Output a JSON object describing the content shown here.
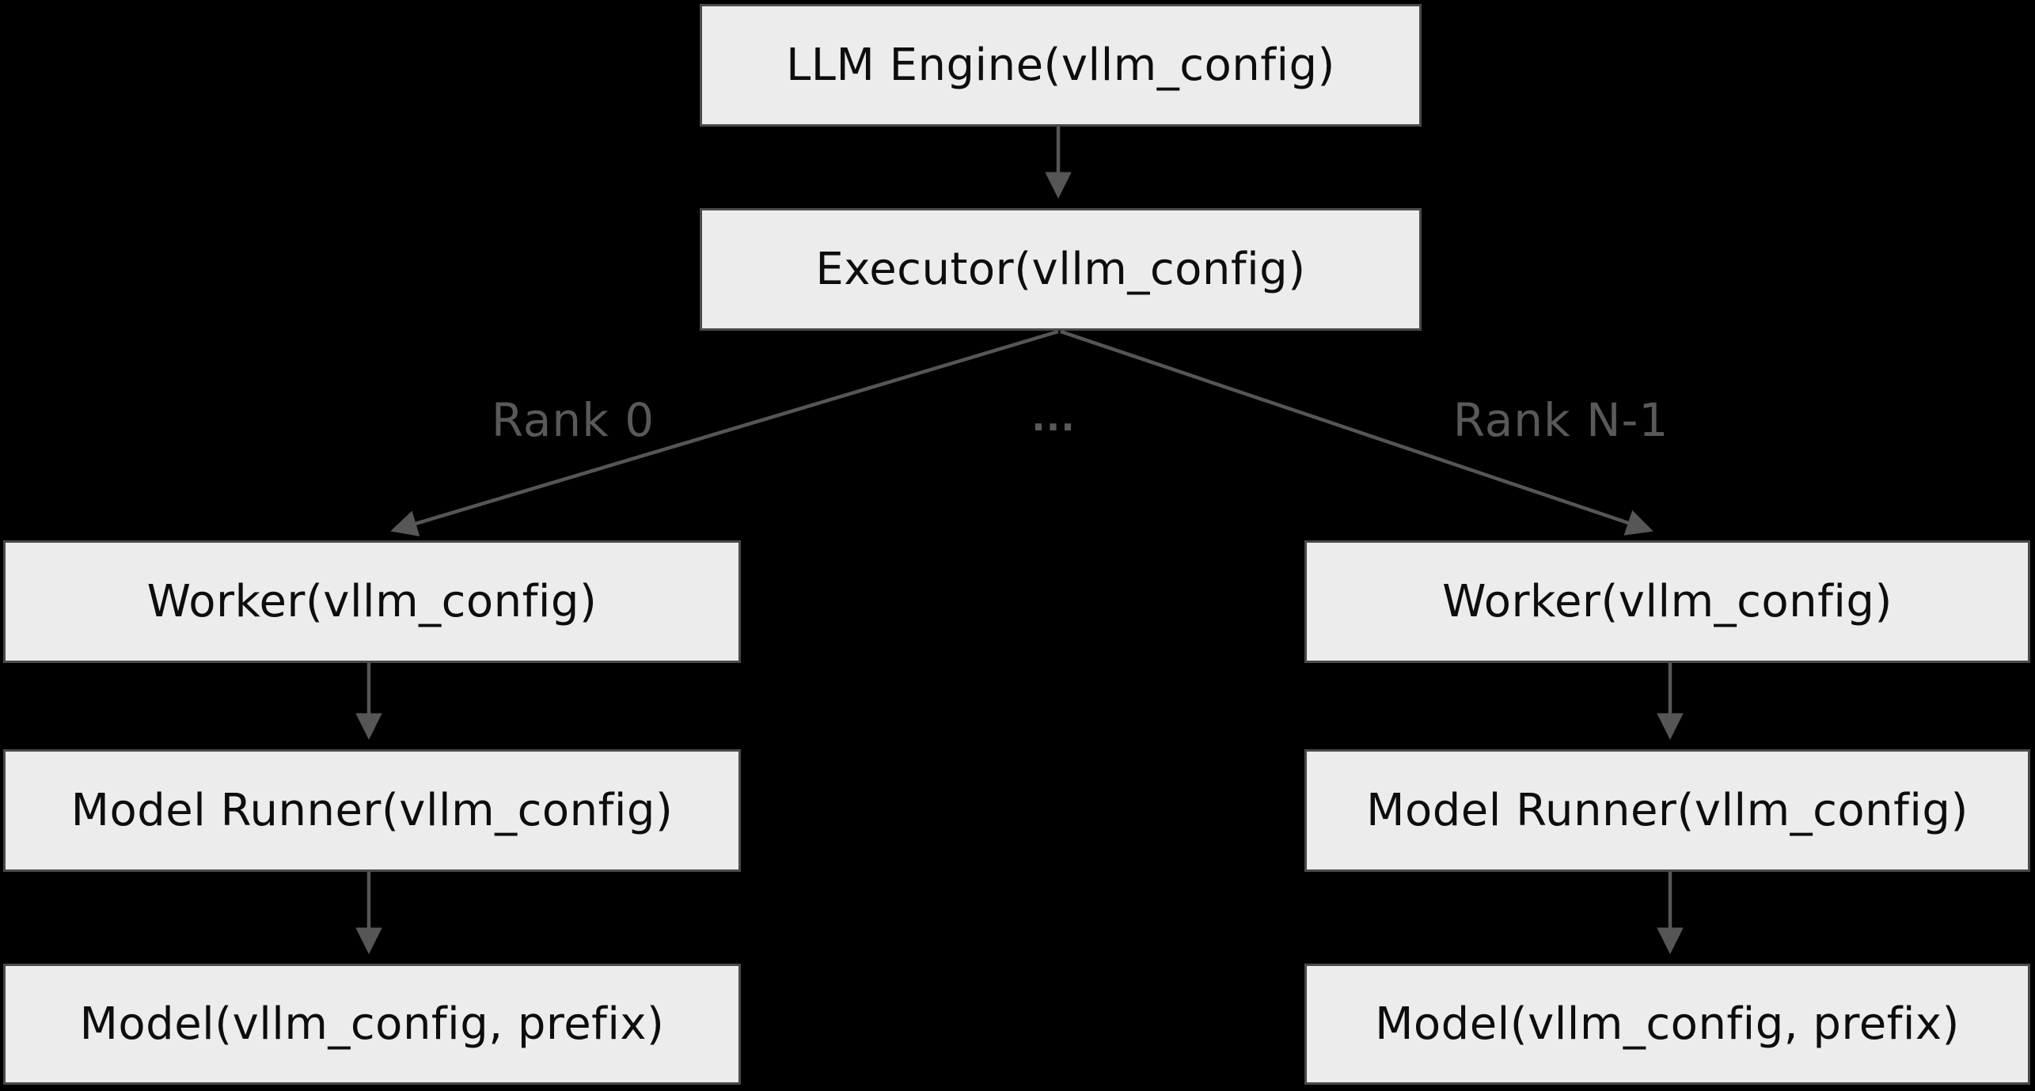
{
  "diagram": {
    "type": "flowchart",
    "nodes": {
      "llm_engine": {
        "label": "LLM Engine(vllm_config)"
      },
      "executor": {
        "label": "Executor(vllm_config)"
      },
      "worker_left": {
        "label": "Worker(vllm_config)"
      },
      "model_runner_left": {
        "label": "Model Runner(vllm_config)"
      },
      "model_left": {
        "label": "Model(vllm_config, prefix)"
      },
      "worker_right": {
        "label": "Worker(vllm_config)"
      },
      "model_runner_right": {
        "label": "Model Runner(vllm_config)"
      },
      "model_right": {
        "label": "Model(vllm_config, prefix)"
      }
    },
    "edges": [
      {
        "from": "llm_engine",
        "to": "executor",
        "label": ""
      },
      {
        "from": "executor",
        "to": "worker_left",
        "label": "Rank 0"
      },
      {
        "from": "executor",
        "to": "worker_right",
        "label": "Rank N-1"
      },
      {
        "from": "worker_left",
        "to": "model_runner_left",
        "label": ""
      },
      {
        "from": "model_runner_left",
        "to": "model_left",
        "label": ""
      },
      {
        "from": "worker_right",
        "to": "model_runner_right",
        "label": ""
      },
      {
        "from": "model_runner_right",
        "to": "model_right",
        "label": ""
      }
    ],
    "edge_labels": {
      "rank_0": "Rank 0",
      "ellipsis": "...",
      "rank_n_1": "Rank N-1"
    },
    "colors": {
      "background": "#000000",
      "node_fill": "#ececec",
      "node_border": "#4a4a4a",
      "node_text": "#0d0d0d",
      "edge": "#565656",
      "edge_label": "#595959"
    }
  }
}
